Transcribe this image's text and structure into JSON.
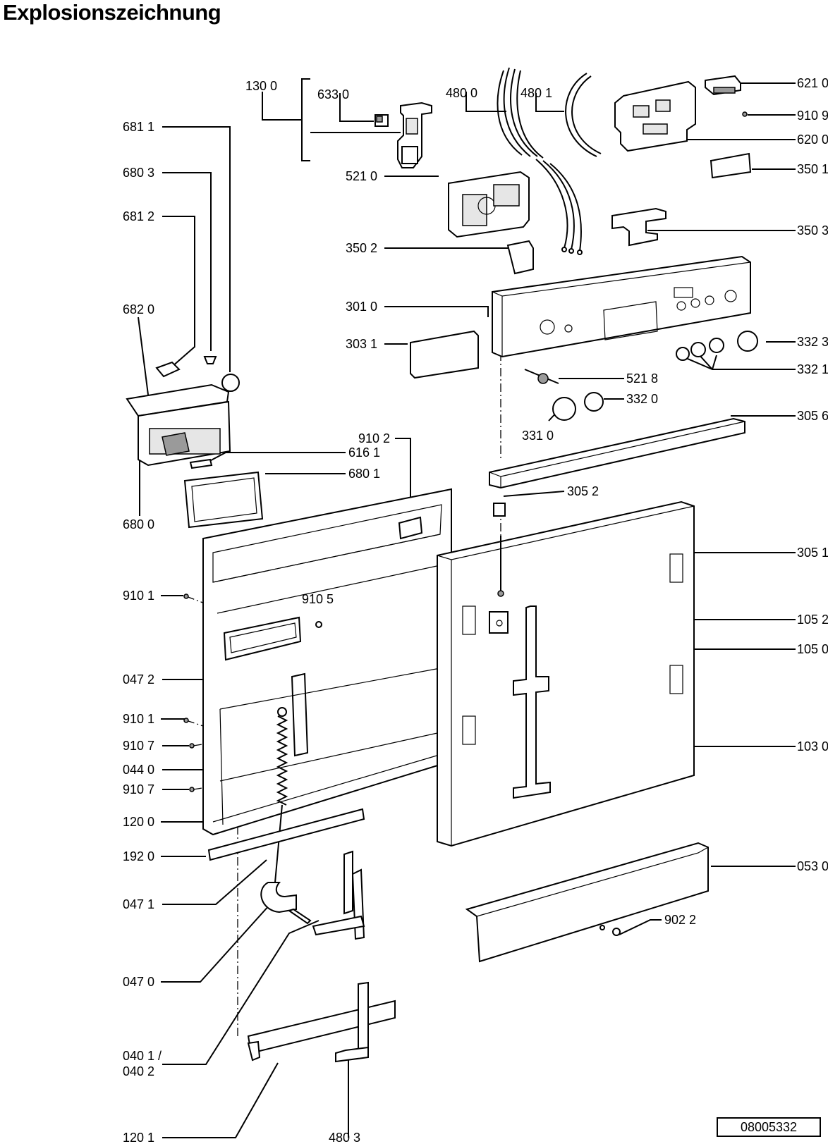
{
  "title": "Explosionszeichnung",
  "document_number": "08005332",
  "labels": {
    "l1300": "130 0",
    "l6330": "633 0",
    "l4800": "480 0",
    "l4801": "480 1",
    "l6210": "621 0",
    "l9109": "910 9",
    "l6200": "620 0",
    "l3501": "350 1",
    "l6811": "681 1",
    "l6803": "680 3",
    "l6812": "681 2",
    "l5210": "521 0",
    "l3502": "350 2",
    "l3503": "350 3",
    "l3010": "301 0",
    "l6820": "682 0",
    "l3031": "303 1",
    "l3323": "332 3",
    "l3321": "332 1",
    "l5218": "521 8",
    "l3320": "332 0",
    "l3310": "331 0",
    "l3056": "305 6",
    "l9102": "910 2",
    "l6161": "616 1",
    "l6801": "680 1",
    "l3052": "305 2",
    "l6800": "680 0",
    "l3051": "305 1",
    "l9101a": "910 1",
    "l9105": "910 5",
    "l1052": "105 2",
    "l1050": "105 0",
    "l0472": "047 2",
    "l9101b": "910 1",
    "l9107a": "910 7",
    "l0440": "044 0",
    "l9107b": "910 7",
    "l1030": "103 0",
    "l1200": "120 0",
    "l1920": "192 0",
    "l0530": "053 0",
    "l0471": "047 1",
    "l9022": "902 2",
    "l0470": "047 0",
    "l0401": "040 1 /",
    "l0402": "040 2",
    "l1201": "120 1",
    "l4803": "480 3"
  }
}
